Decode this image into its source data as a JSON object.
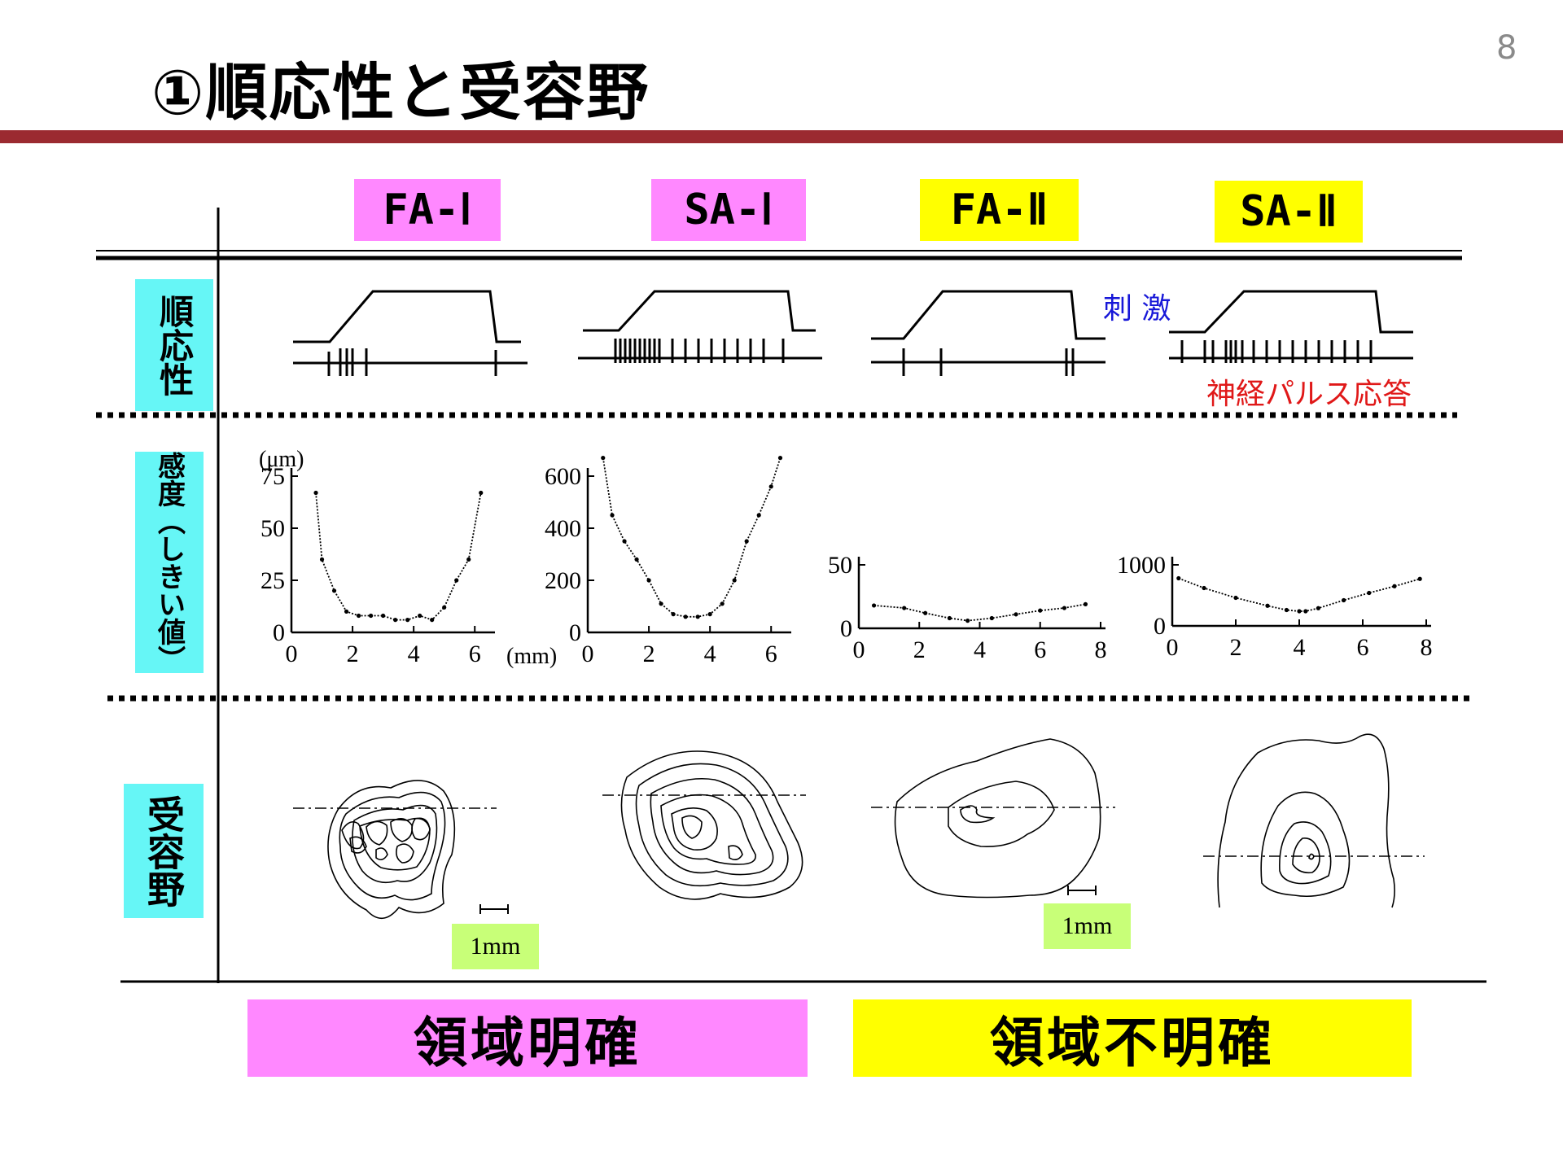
{
  "slide": {
    "title": "①順応性と受容野",
    "page_number": "8"
  },
  "colors": {
    "accent_rule": "#9b2a30",
    "fa_highlight": "#ff88ff",
    "sa2_highlight": "#ffff00",
    "row_header": "#66f6f6",
    "scale_box": "#c8ff78"
  },
  "columns": [
    {
      "label": "FA-Ⅰ",
      "color": "#ff88ff"
    },
    {
      "label": "SA-Ⅰ",
      "color": "#ff88ff"
    },
    {
      "label": "FA-Ⅱ",
      "color": "#ffff00"
    },
    {
      "label": "SA-Ⅱ",
      "color": "#ffff00"
    }
  ],
  "rows": {
    "adaptation": "順応性",
    "sensitivity": "感度（しきい値）",
    "receptive_field": "受容野"
  },
  "legend": {
    "stimulus": "刺 激",
    "nerve_response": "神経パルス応答"
  },
  "scale_labels": [
    "1mm",
    "1mm"
  ],
  "summary": {
    "left": "領域明確",
    "right": "領域不明確"
  },
  "chart_data": [
    {
      "type": "line",
      "unit_top": "(μm)",
      "xlabel": "(mm)",
      "x_ticks": [
        "0",
        "2",
        "4",
        "6"
      ],
      "y_ticks": [
        "0",
        "25",
        "50",
        "75"
      ],
      "xlim": [
        0,
        6.5
      ],
      "ylim": [
        0,
        75
      ],
      "x": [
        0.8,
        1.0,
        1.4,
        1.8,
        2.2,
        2.6,
        3.0,
        3.4,
        3.8,
        4.2,
        4.6,
        5.0,
        5.4,
        5.8,
        6.2
      ],
      "y": [
        67,
        35,
        20,
        10,
        8,
        8,
        8,
        6,
        6,
        8,
        6,
        12,
        25,
        35,
        67
      ]
    },
    {
      "type": "line",
      "x_ticks": [
        "0",
        "2",
        "4",
        "6"
      ],
      "y_ticks": [
        "0",
        "200",
        "400",
        "600"
      ],
      "xlim": [
        0,
        6.5
      ],
      "ylim": [
        0,
        600
      ],
      "x": [
        0.5,
        0.8,
        1.2,
        1.6,
        2.0,
        2.4,
        2.8,
        3.2,
        3.6,
        4.0,
        4.4,
        4.8,
        5.2,
        5.6,
        6.0,
        6.3
      ],
      "y": [
        670,
        450,
        350,
        280,
        200,
        110,
        70,
        60,
        60,
        70,
        110,
        200,
        350,
        450,
        560,
        670
      ]
    },
    {
      "type": "line",
      "x_ticks": [
        "0",
        "2",
        "4",
        "6",
        "8"
      ],
      "y_ticks": [
        "0",
        "50"
      ],
      "xlim": [
        0,
        8
      ],
      "ylim": [
        0,
        50
      ],
      "x": [
        0.5,
        1.5,
        2.2,
        3.0,
        3.6,
        4.4,
        5.2,
        6.0,
        6.8,
        7.5
      ],
      "y": [
        18,
        16,
        12,
        8,
        6,
        8,
        11,
        14,
        16,
        19
      ]
    },
    {
      "type": "line",
      "x_ticks": [
        "0",
        "2",
        "4",
        "6",
        "8"
      ],
      "y_ticks": [
        "0",
        "1000"
      ],
      "xlim": [
        0,
        8
      ],
      "ylim": [
        0,
        1000
      ],
      "x": [
        0.2,
        1.0,
        2.0,
        3.0,
        3.6,
        4.0,
        4.2,
        4.6,
        5.4,
        6.2,
        7.0,
        7.8
      ],
      "y": [
        780,
        620,
        460,
        330,
        260,
        240,
        240,
        290,
        420,
        540,
        650,
        770
      ]
    }
  ]
}
